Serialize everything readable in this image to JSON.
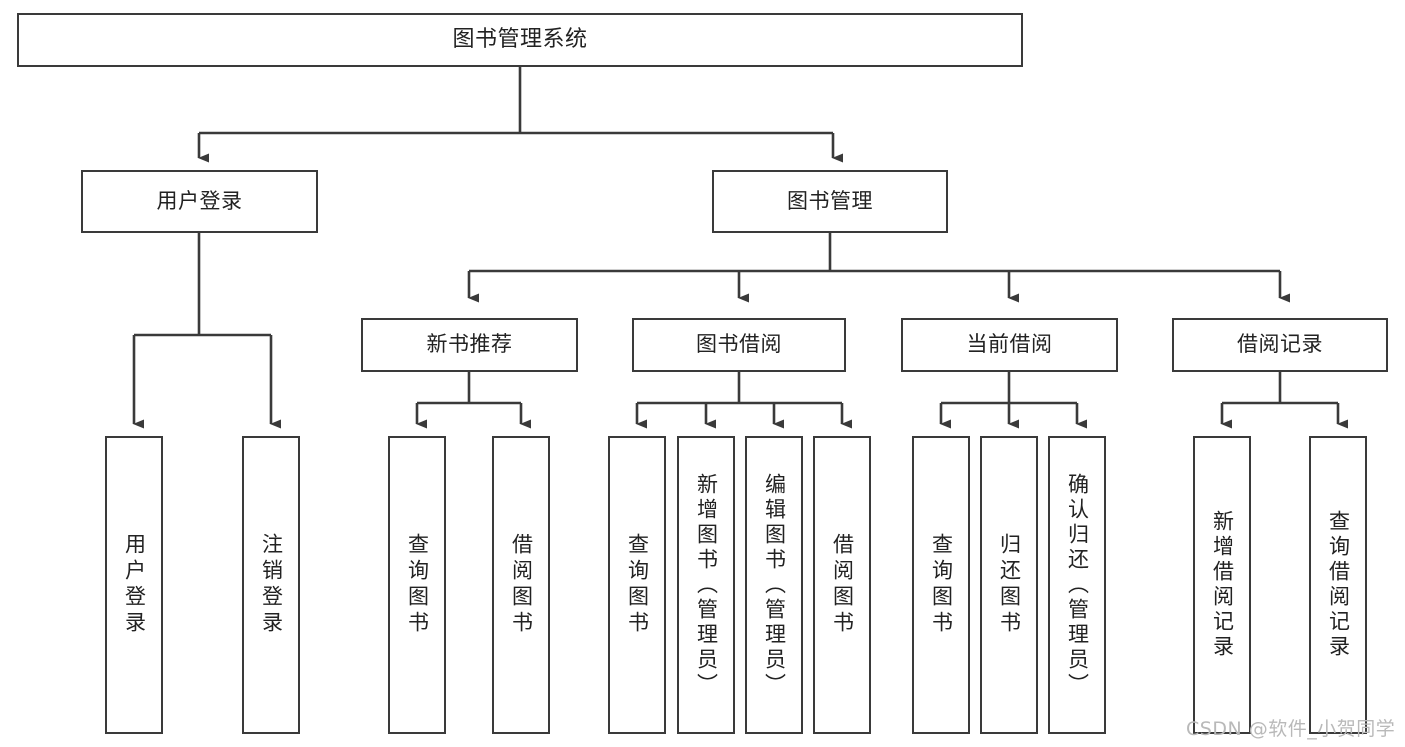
{
  "diagram": {
    "title": "图书管理系统",
    "type": "tree-hierarchy",
    "stroke_color": "#3a3a3a",
    "fill_color": "#ffffff",
    "text_color": "#222222"
  },
  "nodes": {
    "root": {
      "label": "图书管理系统"
    },
    "level2": [
      {
        "id": "user-login",
        "label": "用户登录"
      },
      {
        "id": "book-manage",
        "label": "图书管理"
      }
    ],
    "level3": [
      {
        "id": "new-book-rec",
        "label": "新书推荐"
      },
      {
        "id": "book-borrow",
        "label": "图书借阅"
      },
      {
        "id": "current-borrow",
        "label": "当前借阅"
      },
      {
        "id": "borrow-record",
        "label": "借阅记录"
      }
    ],
    "leaves": {
      "user_login": [
        {
          "id": "leaf-user-login",
          "label": "用户登录"
        },
        {
          "id": "leaf-logout",
          "label": "注销登录"
        }
      ],
      "new_book_rec": [
        {
          "id": "leaf-query-book-1",
          "label": "查询图书"
        },
        {
          "id": "leaf-borrow-book-1",
          "label": "借阅图书"
        }
      ],
      "book_borrow": [
        {
          "id": "leaf-query-book-2",
          "label": "查询图书"
        },
        {
          "id": "leaf-add-book",
          "label": "新增图书（管理员）"
        },
        {
          "id": "leaf-edit-book",
          "label": "编辑图书（管理员）"
        },
        {
          "id": "leaf-borrow-book-2",
          "label": "借阅图书"
        }
      ],
      "current_borrow": [
        {
          "id": "leaf-query-book-3",
          "label": "查询图书"
        },
        {
          "id": "leaf-return-book",
          "label": "归还图书"
        },
        {
          "id": "leaf-confirm-return",
          "label": "确认归还（管理员）"
        }
      ],
      "borrow_record": [
        {
          "id": "leaf-add-record",
          "label": "新增借阅记录"
        },
        {
          "id": "leaf-query-record",
          "label": "查询借阅记录"
        }
      ]
    }
  },
  "watermark": {
    "text": "CSDN @软件_小贺同学"
  }
}
